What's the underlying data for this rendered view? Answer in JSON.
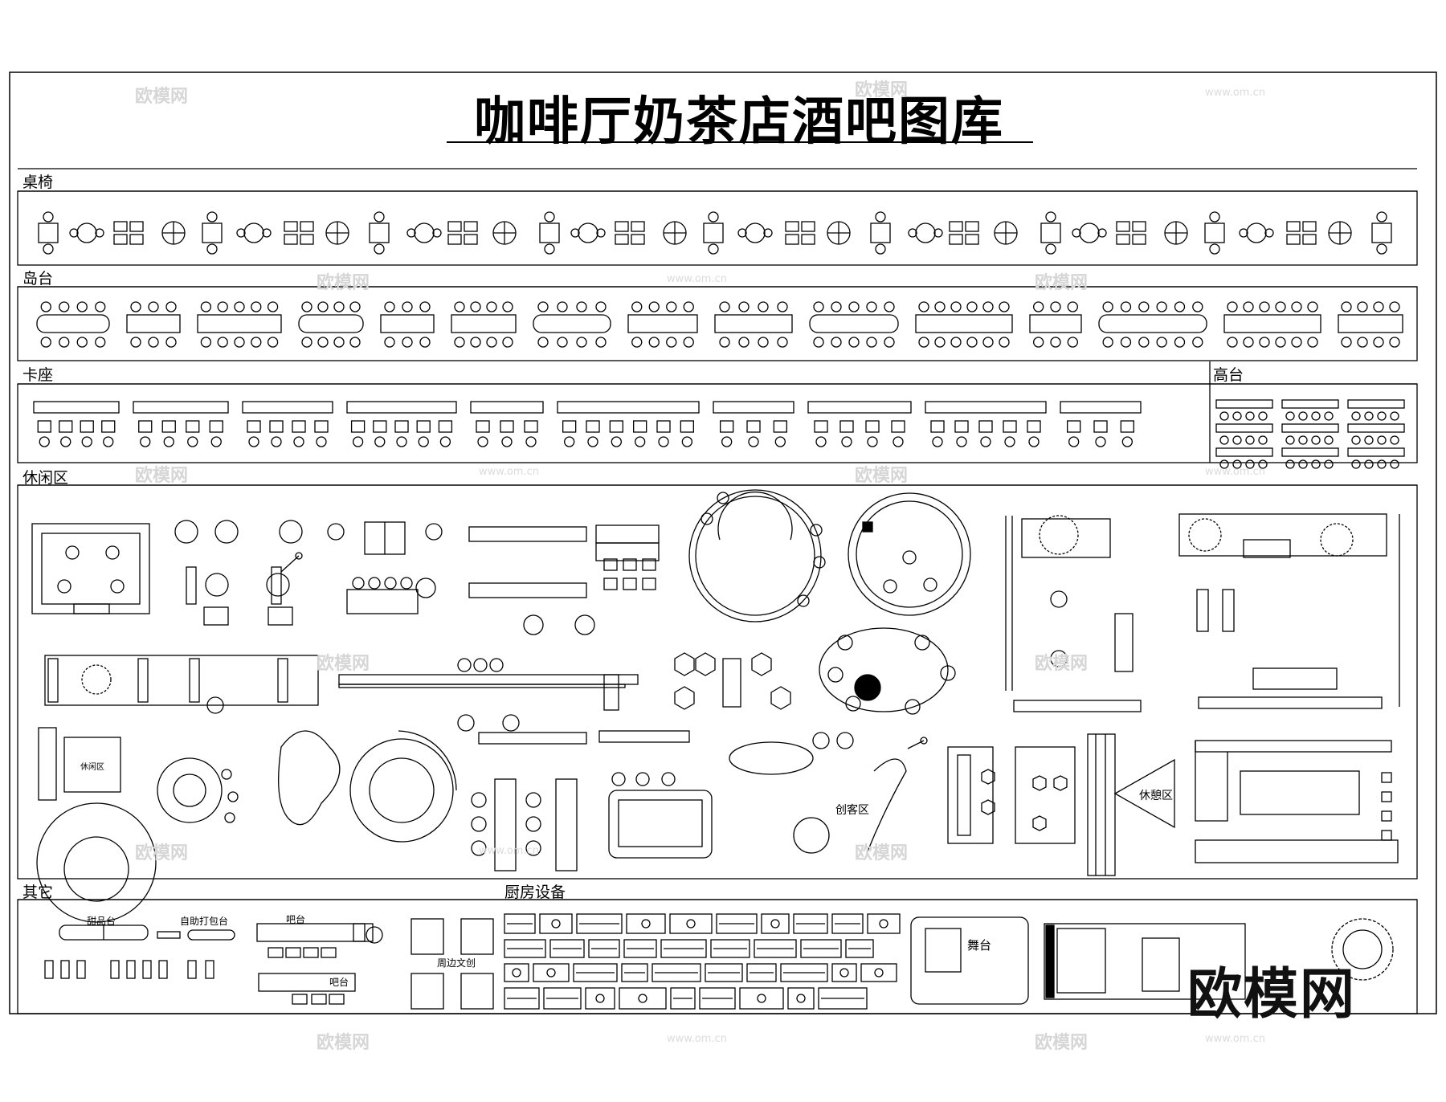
{
  "title": "咖啡厅奶茶店酒吧图库",
  "sections": {
    "tables_chairs": "桌椅",
    "island": "岛台",
    "booth": "卡座",
    "high_table": "高台",
    "leisure": "休闲区",
    "other": "其它",
    "kitchen": "厨房设备"
  },
  "labels": {
    "rest_area": "休憩区",
    "creative_area": "创客区",
    "stage": "舞台",
    "dessert_bar": "甜品台",
    "self_pack": "自助打包台",
    "bar_counter": "吧台",
    "bar_counter_2": "吧台",
    "culture_shop": "周边文创",
    "leisure_zone": "休闲区"
  },
  "watermark": {
    "brand": "欧模网",
    "url": "www.om.cn"
  },
  "logo": "欧模网"
}
